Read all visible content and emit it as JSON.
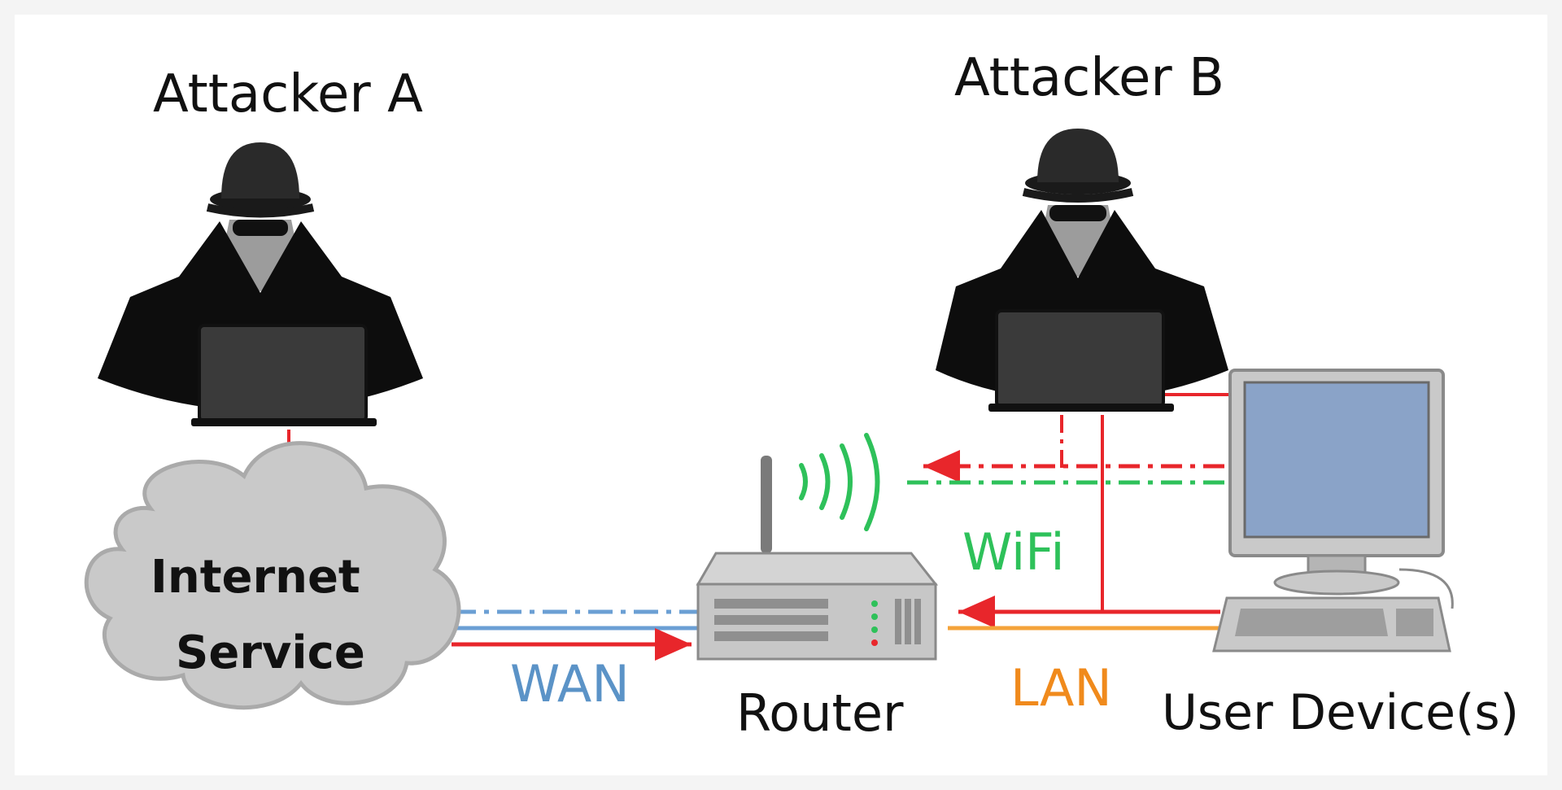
{
  "labels": {
    "attacker_a": "Attacker A",
    "attacker_b": "Attacker B",
    "internet_line1": "Internet",
    "internet_line2": "Service",
    "wan": "WAN",
    "router": "Router",
    "lan": "LAN",
    "wifi": "WiFi",
    "user_devices": "User Device(s)"
  },
  "colors": {
    "attack_red": "#e8262b",
    "wan_blue": "#6b9fd4",
    "lan_orange": "#f4a33a",
    "wifi_green": "#2ec15a",
    "cloud_fill": "#c9c9c9",
    "monitor_screen": "#8aa3c8"
  },
  "icons": [
    "hacker-icon",
    "cloud-icon",
    "router-icon",
    "wifi-signal-icon",
    "desktop-computer-icon"
  ]
}
